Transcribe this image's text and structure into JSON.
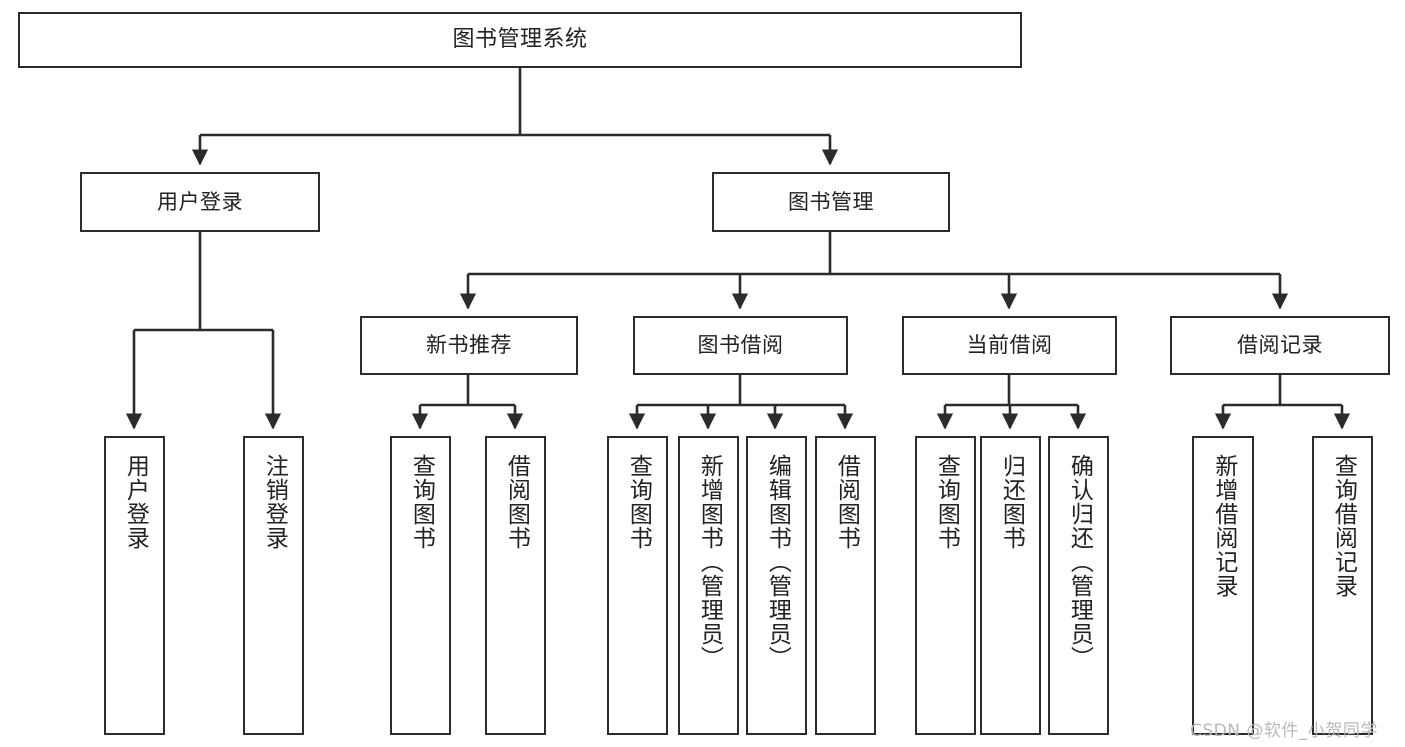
{
  "diagram": {
    "title": "图书管理系统",
    "type": "hierarchy-tree",
    "levels": 4,
    "colors": {
      "box_border": "#2b2b2b",
      "box_fill": "#ffffff",
      "connector": "#2b2b2b",
      "text": "#222222",
      "watermark": "#b9b9b9",
      "background": "#ffffff"
    }
  },
  "root": {
    "label": "图书管理系统"
  },
  "level2": [
    {
      "label": "用户登录"
    },
    {
      "label": "图书管理"
    }
  ],
  "level3": [
    {
      "label": "新书推荐"
    },
    {
      "label": "图书借阅"
    },
    {
      "label": "当前借阅"
    },
    {
      "label": "借阅记录"
    }
  ],
  "leaves": {
    "user_login": [
      {
        "label": "用户登录"
      },
      {
        "label": "注销登录"
      }
    ],
    "new_book": [
      {
        "label": "查询图书"
      },
      {
        "label": "借阅图书"
      }
    ],
    "book_borrow": [
      {
        "label": "查询图书"
      },
      {
        "label": "新增图书（管理员）"
      },
      {
        "label": "编辑图书（管理员）"
      },
      {
        "label": "借阅图书"
      }
    ],
    "current_borrow": [
      {
        "label": "查询图书"
      },
      {
        "label": "归还图书"
      },
      {
        "label": "确认归还（管理员）"
      }
    ],
    "borrow_record": [
      {
        "label": "新增借阅记录"
      },
      {
        "label": "查询借阅记录"
      }
    ]
  },
  "watermark": {
    "text": "CSDN @软件_小贺同学"
  }
}
